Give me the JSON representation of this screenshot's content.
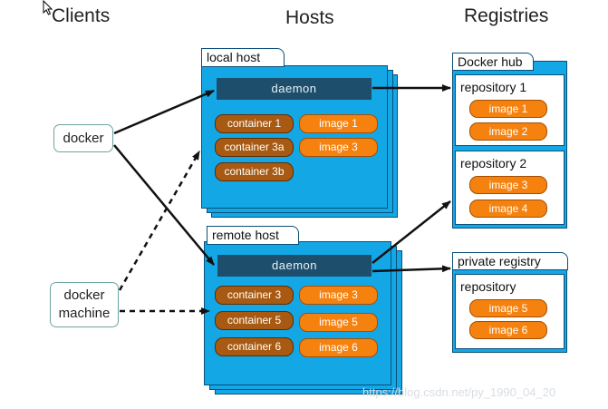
{
  "headings": {
    "clients": "Clients",
    "hosts": "Hosts",
    "registries": "Registries"
  },
  "clients": {
    "docker": "docker",
    "docker_machine_line1": "docker",
    "docker_machine_line2": "machine"
  },
  "local_host": {
    "label": "local host",
    "daemon": "daemon",
    "containers": [
      "container 1",
      "container 3a",
      "container 3b"
    ],
    "images": [
      "image 1",
      "image 3"
    ]
  },
  "remote_host": {
    "label": "remote host",
    "daemon": "daemon",
    "containers": [
      "container 3",
      "container 5",
      "container 6"
    ],
    "images": [
      "image 3",
      "image 5",
      "image 6"
    ]
  },
  "docker_hub": {
    "label": "Docker hub",
    "repositories": [
      {
        "label": "repository 1",
        "images": [
          "image 1",
          "image 2"
        ]
      },
      {
        "label": "repository 2",
        "images": [
          "image 3",
          "image 4"
        ]
      }
    ]
  },
  "private_registry": {
    "label": "private registry",
    "repository": {
      "label": "repository",
      "images": [
        "image 5",
        "image 6"
      ]
    }
  },
  "watermark": "https://blog.csdn.net/py_1990_04_20",
  "colors": {
    "host_blue": "#14a7e6",
    "daemon_navy": "#1d4f6d",
    "container_brown": "#a85a12",
    "image_orange": "#f5820f",
    "border_dark": "#0a4f78"
  }
}
